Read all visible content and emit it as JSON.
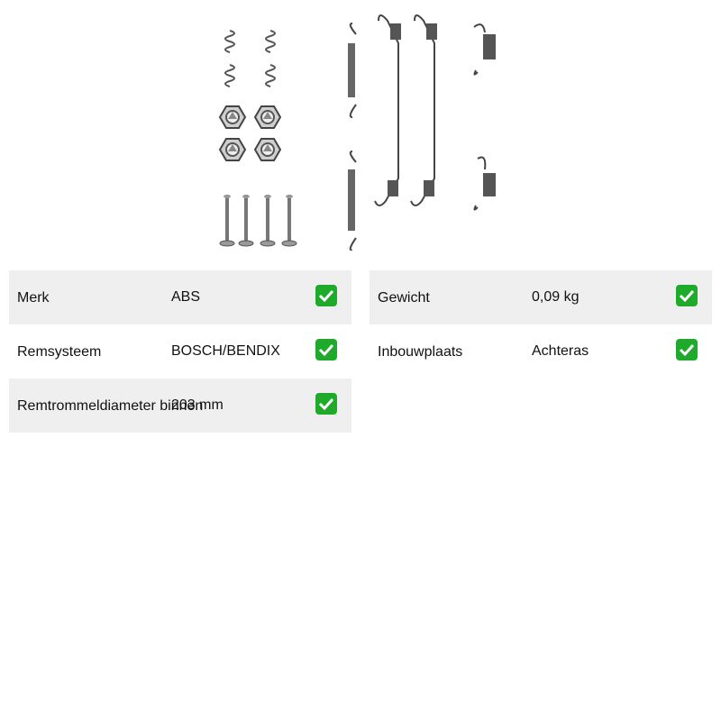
{
  "product": {
    "image_name": "brake-shoe-accessory-kit"
  },
  "specs_left": [
    {
      "label": "Merk",
      "value": "ABS",
      "icon": "check-icon"
    },
    {
      "label": "Remsysteem",
      "value": "BOSCH/BENDIX",
      "icon": "check-icon"
    },
    {
      "label": "Remtrommeldiameter binnen",
      "value": "203 mm",
      "icon": "check-icon"
    }
  ],
  "specs_right": [
    {
      "label": "Gewicht",
      "value": "0,09 kg",
      "icon": "check-icon"
    },
    {
      "label": "Inbouwplaats",
      "value": "Achteras",
      "icon": "check-icon"
    }
  ],
  "colors": {
    "row_shade": "#efefef",
    "check_green": "#1faa2c"
  }
}
